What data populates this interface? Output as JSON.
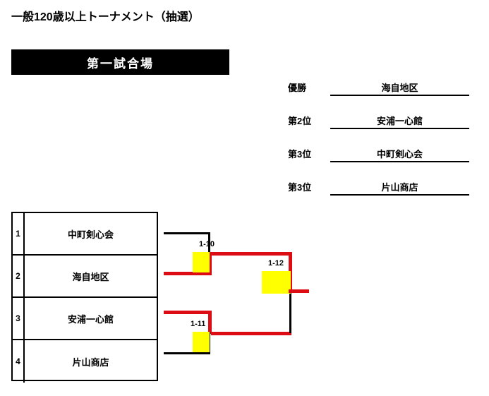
{
  "document": {
    "title": "一般120歳以上トーナメント（抽選）",
    "venue_banner": "第一試合場"
  },
  "results": {
    "rows": [
      {
        "rank": "優勝",
        "team": "海自地区"
      },
      {
        "rank": "第2位",
        "team": "安浦一心館"
      },
      {
        "rank": "第3位",
        "team": "中町剣心会"
      },
      {
        "rank": "第3位",
        "team": "片山商店"
      }
    ]
  },
  "bracket": {
    "entries": [
      {
        "seed": "1",
        "team": "中町剣心会"
      },
      {
        "seed": "2",
        "team": "海自地区"
      },
      {
        "seed": "3",
        "team": "安浦一心館"
      },
      {
        "seed": "4",
        "team": "片山商店"
      }
    ],
    "matches": [
      {
        "id": "1-10"
      },
      {
        "id": "1-11"
      },
      {
        "id": "1-12"
      }
    ]
  },
  "colors": {
    "winner_path": "#DD0B13",
    "match_box": "#FFFF00",
    "line": "#000000",
    "banner_bg": "#000000",
    "banner_text": "#FFFFFF"
  }
}
